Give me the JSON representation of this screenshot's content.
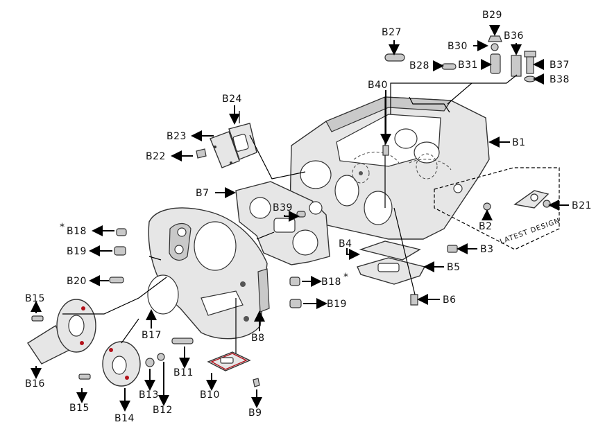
{
  "labels": {
    "B1": "B1",
    "B2": "B2",
    "B3": "B3",
    "B4": "B4",
    "B5": "B5",
    "B6": "B6",
    "B7": "B7",
    "B8": "B8",
    "B9": "B9",
    "B10": "B10",
    "B11": "B11",
    "B12": "B12",
    "B13": "B13",
    "B14": "B14",
    "B15a": "B15",
    "B15b": "B15",
    "B16": "B16",
    "B17": "B17",
    "B18a": "B18",
    "B18b": "B18",
    "B19a": "B19",
    "B19b": "B19",
    "B20": "B20",
    "B21": "B21",
    "B22": "B22",
    "B23": "B23",
    "B24": "B24",
    "B27": "B27",
    "B28": "B28",
    "B29": "B29",
    "B30": "B30",
    "B31": "B31",
    "B36": "B36",
    "B37": "B37",
    "B38": "B38",
    "B39": "B39",
    "B40": "B40"
  },
  "asterisk": "*",
  "latest_design": "LATEST DESIGN",
  "colors": {
    "ink": "#111111",
    "part_fill": "#e6e6e6",
    "accent_red": "#b3121b"
  }
}
